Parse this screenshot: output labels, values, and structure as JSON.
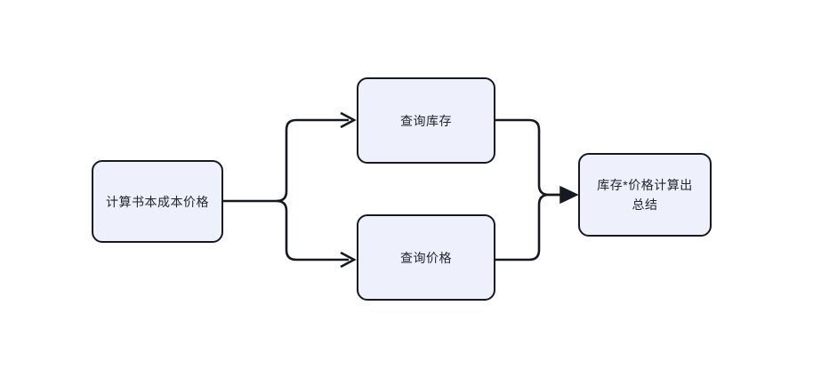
{
  "diagram": {
    "type": "flowchart",
    "title": "",
    "orientation": "left-to-right",
    "background_color": "#ffffff",
    "node_fill_color": "#eef1fb",
    "node_border_color": "#16191f",
    "edge_color": "#16191f",
    "text_color": "#20242c",
    "nodes": [
      {
        "id": "start",
        "label": "计算书本成本价格",
        "shape": "rounded-rectangle"
      },
      {
        "id": "stock",
        "label": "查询库存",
        "shape": "rounded-rectangle"
      },
      {
        "id": "price",
        "label": "查询价格",
        "shape": "rounded-rectangle"
      },
      {
        "id": "result",
        "label": "库存*价格计算出总结",
        "shape": "rounded-rectangle"
      }
    ],
    "edges": [
      {
        "from": "start",
        "to": "stock",
        "label": "",
        "arrowhead": "open"
      },
      {
        "from": "start",
        "to": "price",
        "label": "",
        "arrowhead": "open"
      },
      {
        "from": "stock",
        "to": "result",
        "label": "",
        "arrowhead": "filled"
      },
      {
        "from": "price",
        "to": "result",
        "label": "",
        "arrowhead": "filled"
      }
    ]
  }
}
